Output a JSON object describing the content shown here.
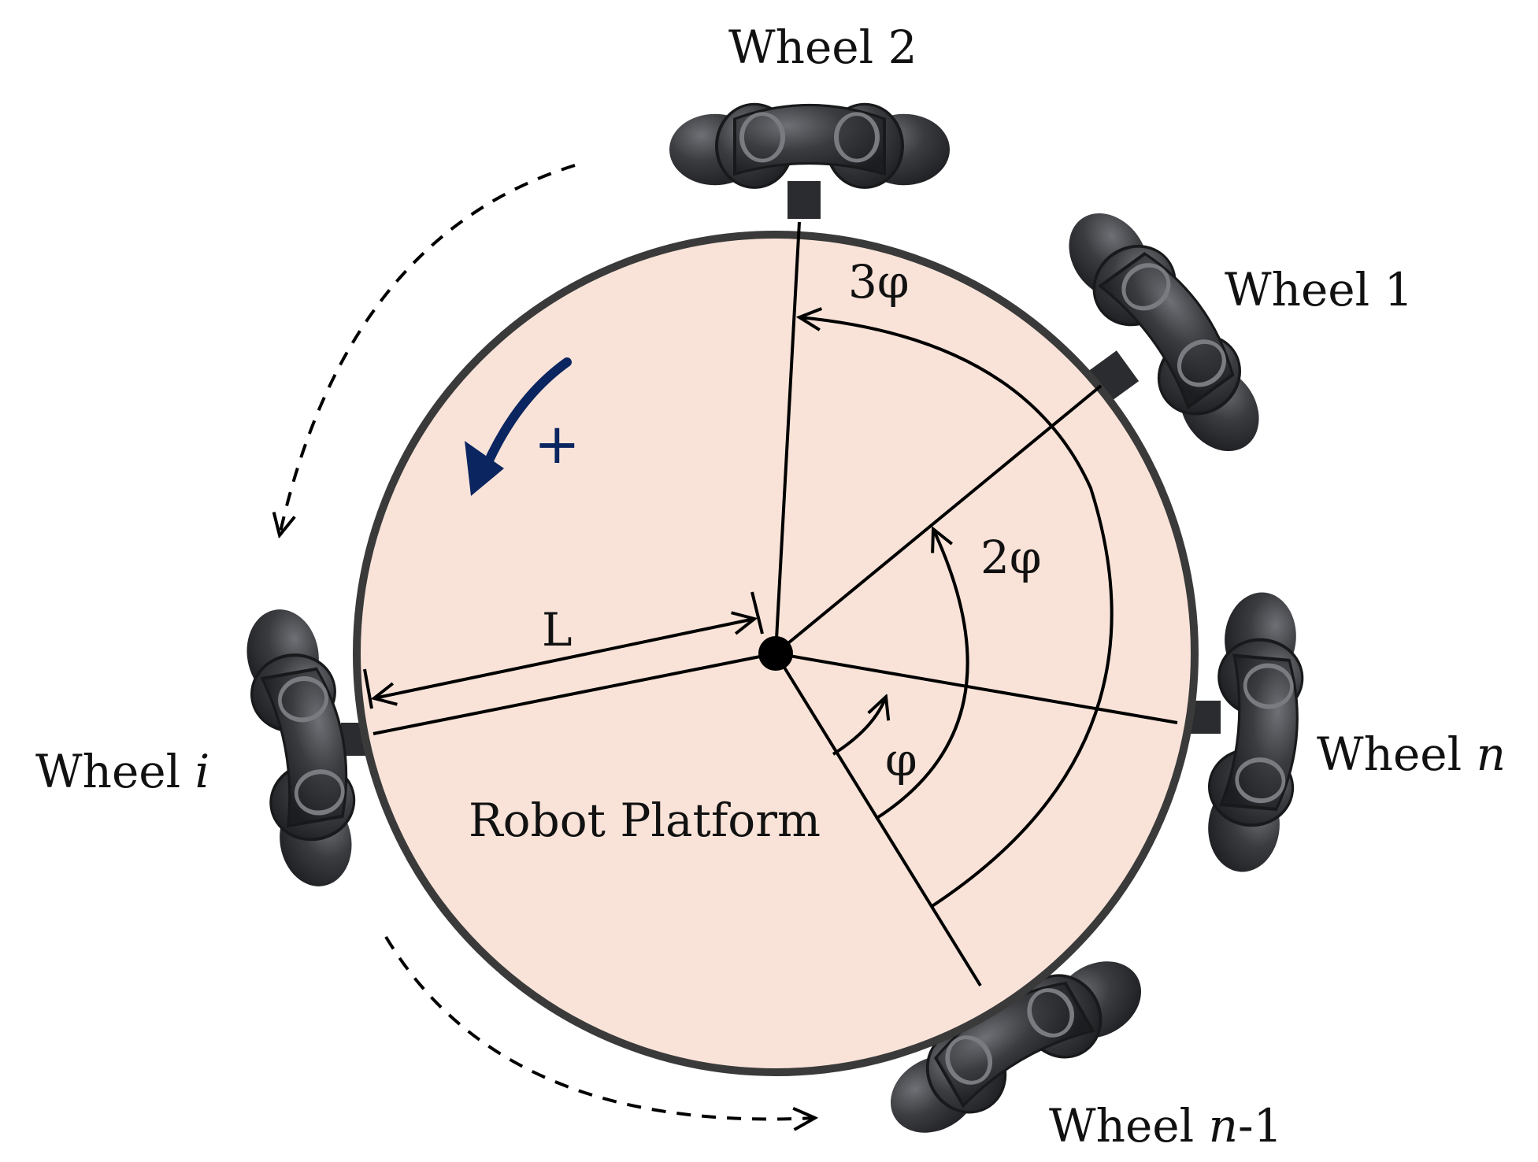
{
  "platform_label": "Robot Platform",
  "radius_label": "L",
  "angle_labels": {
    "phi": "φ",
    "two_phi": "2φ",
    "three_phi": "3φ"
  },
  "rotation_sign": "+",
  "wheels": {
    "wheel_1": {
      "prefix": "Wheel ",
      "index": "1",
      "suffix": ""
    },
    "wheel_2": {
      "prefix": "Wheel ",
      "index": "2",
      "suffix": ""
    },
    "wheel_n": {
      "prefix": "Wheel ",
      "index": "n",
      "suffix": ""
    },
    "wheel_n_minus_1": {
      "prefix": "Wheel ",
      "index": "n",
      "suffix": "-1"
    },
    "wheel_i": {
      "prefix": "Wheel ",
      "index": "i",
      "suffix": ""
    }
  },
  "colors": {
    "platform_fill": "#f9e3d8",
    "platform_stroke": "#3a3a3a",
    "wheel_dark": "#2b2c2f",
    "rotation_arrow": "#0b2560"
  },
  "icons": {
    "wheel": "omni-wheel-icon",
    "rotation": "curved-arrow-icon"
  }
}
